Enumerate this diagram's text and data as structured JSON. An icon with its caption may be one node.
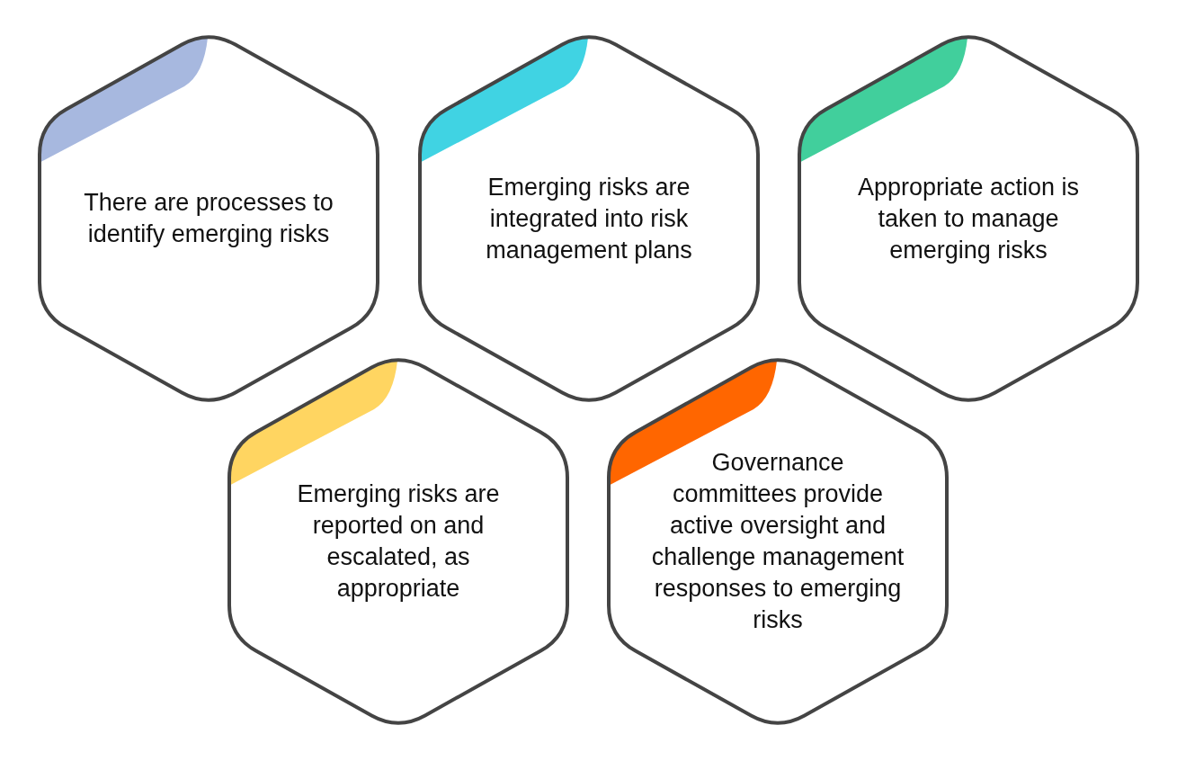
{
  "diagram": {
    "nodes": [
      {
        "text": [
          "There are processes to identify emerging risks"
        ]
      },
      {
        "text": [
          "Emerging risks are integrated into risk management plans"
        ]
      },
      {
        "text": [
          "Appropriate action is taken to manage emerging risks"
        ]
      },
      {
        "text": [
          "Emerging risks are reported on and escalated, as appropriate"
        ]
      },
      {
        "text": [
          "Governance committees provide active oversight and challenge management responses to emerging risks"
        ]
      }
    ]
  }
}
